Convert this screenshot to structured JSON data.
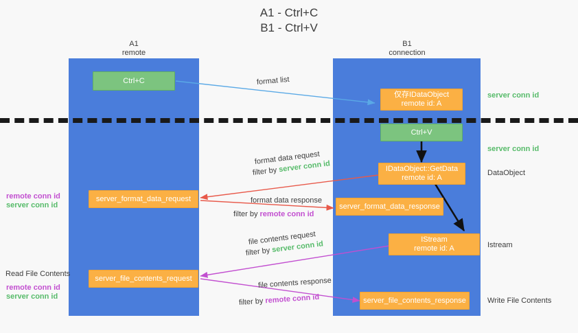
{
  "title": {
    "line1": "A1 - Ctrl+C",
    "line2": "B1 - Ctrl+V"
  },
  "lanes": [
    {
      "name": "A1",
      "sub": "remote"
    },
    {
      "name": "B1",
      "sub": "connection"
    }
  ],
  "boxes": {
    "ctrl_c": {
      "line1": "Ctrl+C",
      "line2": ""
    },
    "data_object_top": {
      "line1": "仅存IDataObject",
      "line2": "remote id: A"
    },
    "ctrl_v": {
      "line1": "Ctrl+V",
      "line2": ""
    },
    "get_data": {
      "line1": "IDataObject::GetData",
      "line2": "remote id: A"
    },
    "format_data_request": {
      "line1": "server_format_data_request",
      "line2": ""
    },
    "format_data_response": {
      "line1": "server_format_data_response",
      "line2": ""
    },
    "istream": {
      "line1": "IStream",
      "line2": "remote id: A"
    },
    "file_contents_request": {
      "line1": "server_file_contents_request",
      "line2": ""
    },
    "file_contents_response": {
      "line1": "server_file_contents_response",
      "line2": ""
    }
  },
  "arrow_labels": {
    "format_list": "format list",
    "format_data_request": "format data request",
    "format_data_request_filter_prefix": "filter by ",
    "format_data_request_filter_key": "server conn id",
    "format_data_response": "format data response",
    "format_data_response_filter_prefix": "filter by ",
    "format_data_response_filter_key": "remote conn id",
    "file_contents_request": "file contents request",
    "file_contents_request_filter_prefix": "filter by ",
    "file_contents_request_filter_key": "server conn id",
    "file_contents_response": "file contents response",
    "file_contents_response_filter_prefix": "filter by ",
    "file_contents_response_filter_key": "remote conn id"
  },
  "right_labels": {
    "server_conn_id_top": "server conn id",
    "server_conn_id_mid": "server conn id",
    "data_object": "DataObject",
    "istream": "Istream",
    "write_file_contents": "Write File Contents"
  },
  "left_labels": {
    "remote_conn_id_1": "remote conn id",
    "server_conn_id_1": "server conn id",
    "read_file_contents": "Read File Contents",
    "remote_conn_id_2": "remote conn id",
    "server_conn_id_2": "server conn id"
  },
  "colors": {
    "lane": "#4a7ddb",
    "green_box": "#7cc47f",
    "orange_box": "#fbb044",
    "blue_arrow": "#5aa9e6",
    "red_arrow": "#e8594a",
    "magenta_arrow": "#c24fd0",
    "black_arrow": "#111111",
    "green_text": "#57bb6a",
    "pink_text": "#c24fd0",
    "background": "#f8f8f8"
  }
}
